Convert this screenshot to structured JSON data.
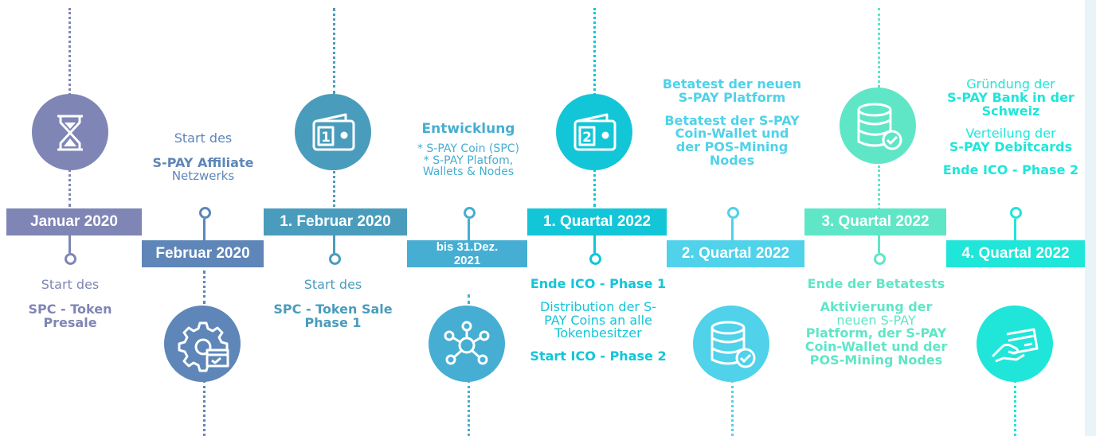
{
  "colors": {
    "slate": "#7f86b5",
    "steel": "#5e86b8",
    "teal_blue": "#4a9cbc",
    "azure": "#46aed2",
    "cyan": "#12c6d7",
    "sky": "#4fd2ea",
    "mint": "#5fe6c7",
    "aqua": "#1fe6d9"
  },
  "milestones": [
    {
      "date": "Januar 2020",
      "icon": "hourglass-icon",
      "text": [
        {
          "t": "Start des",
          "b": false
        },
        {
          "t": "SPC - Token",
          "b": true
        },
        {
          "t": "Presale",
          "b": true
        }
      ]
    },
    {
      "date": "Februar 2020",
      "icon": "gear-settings-icon",
      "text": [
        {
          "t": "Start des",
          "b": false
        },
        {
          "t": "S-PAY Affiliate",
          "b": true
        },
        {
          "t": "Netzwerks",
          "b": false
        }
      ]
    },
    {
      "date": "1. Februar 2020",
      "icon": "wallet-1-icon",
      "text": [
        {
          "t": "Start des",
          "b": false
        },
        {
          "t": "SPC - Token Sale",
          "b": true
        },
        {
          "t": "Phase 1",
          "b": true
        }
      ]
    },
    {
      "date_lines": [
        "bis 31.Dez.",
        "2021"
      ],
      "icon": "network-nodes-icon",
      "text": [
        {
          "t": "Entwicklung",
          "b": true
        },
        {
          "t": "* S-PAY Coin (SPC)",
          "b": false
        },
        {
          "t": "* S-PAY Platfom,",
          "b": false
        },
        {
          "t": "Wallets & Nodes",
          "b": false
        }
      ]
    },
    {
      "date": "1. Quartal 2022",
      "icon": "wallet-2-icon",
      "text": [
        {
          "t": "Ende ICO - Phase 1",
          "b": true
        },
        {
          "t": "Distribution der  S-",
          "b": false
        },
        {
          "t": "PAY Coins an alle",
          "b": false
        },
        {
          "t": "Tokenbesitzer",
          "b": false
        },
        {
          "t": "Start ICO - Phase 2",
          "b": true
        }
      ]
    },
    {
      "date": "2. Quartal 2022",
      "icon": "database-check-icon",
      "text": [
        {
          "t": "Betatest der neuen",
          "b": true
        },
        {
          "t": "S-PAY Platform",
          "b": true
        },
        {
          "t": "Betatest der S-PAY",
          "b": true
        },
        {
          "t": "Coin-Wallet und",
          "b": true
        },
        {
          "t": "der POS-Mining",
          "b": true
        },
        {
          "t": "Nodes",
          "b": true
        }
      ]
    },
    {
      "date": "3. Quartal 2022",
      "icon": "database-check-icon",
      "text": [
        {
          "t": "Ende der Betatests",
          "b": true
        },
        {
          "t": "Aktivierung der",
          "b": true
        },
        {
          "t": "neuen S-PAY",
          "b": false
        },
        {
          "t": "Platform, der S-PAY",
          "b": true
        },
        {
          "t": "Coin-Wallet und der",
          "b": true
        },
        {
          "t": "POS-Mining Nodes",
          "b": true
        }
      ]
    },
    {
      "date": "4. Quartal 2022",
      "icon": "card-hand-icon",
      "text": [
        {
          "t": "Gründung der",
          "b": false
        },
        {
          "t": "S-PAY Bank in der",
          "b": true
        },
        {
          "t": "Schweiz",
          "b": true
        },
        {
          "t": "Verteilung der",
          "b": false
        },
        {
          "t": "S-PAY Debitcards",
          "b": true
        },
        {
          "t": "Ende ICO - Phase 2",
          "b": true
        }
      ]
    }
  ]
}
